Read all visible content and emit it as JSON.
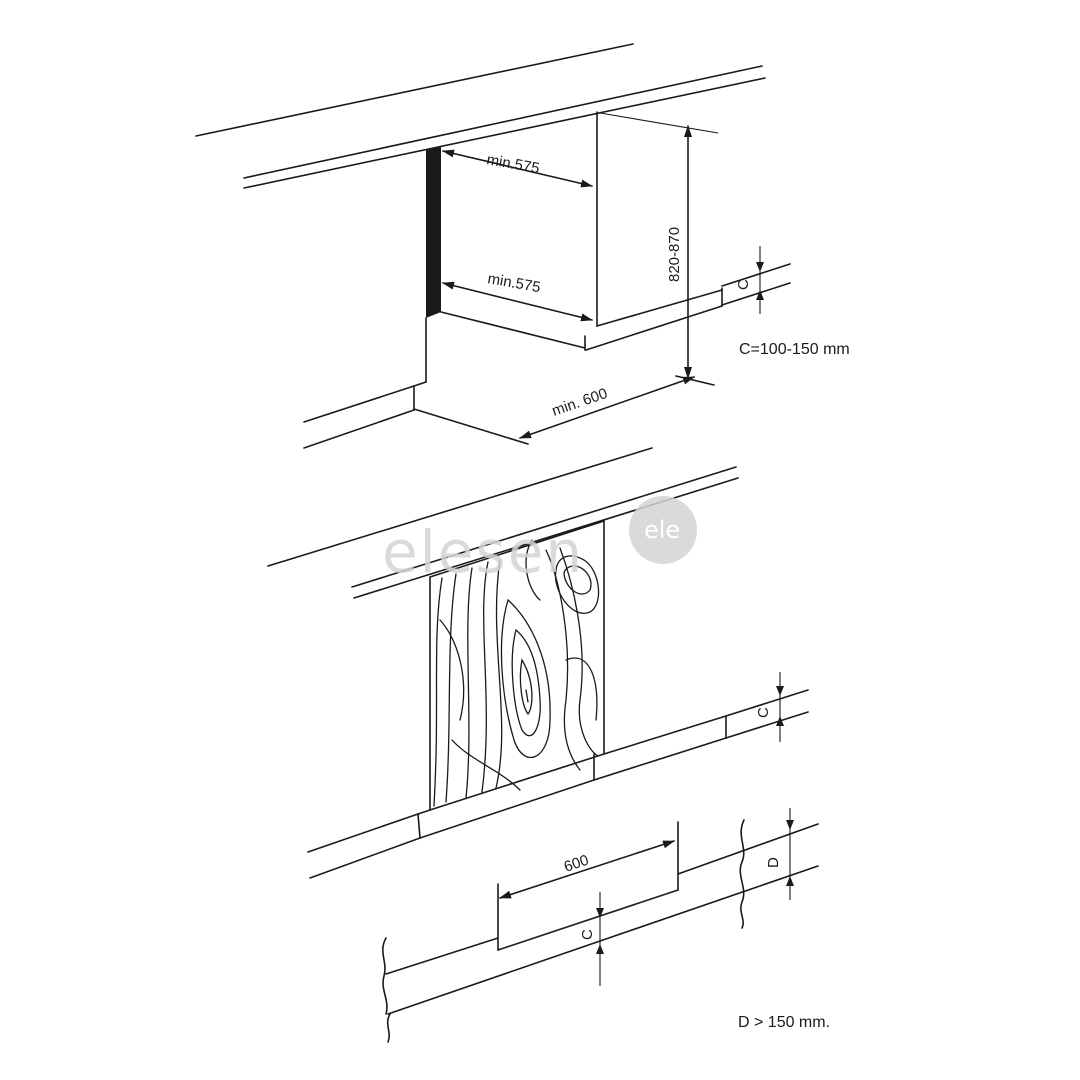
{
  "top_figure": {
    "dim_depth_top": "min.575",
    "dim_depth_bottom": "min.575",
    "dim_height": "820-870",
    "dim_width": "min. 600",
    "dim_c_label": "C",
    "note": "C=100-150 mm"
  },
  "bottom_figure": {
    "dim_c_right": "C",
    "dim_d": "D",
    "dim_width": "600",
    "dim_c_center": "C",
    "note": "D > 150 mm."
  },
  "watermark": {
    "text": "elesen",
    "badge": "ele"
  },
  "colors": {
    "line": "#1a1a1a",
    "watermark": "#d4d4d4",
    "background": "#ffffff"
  }
}
